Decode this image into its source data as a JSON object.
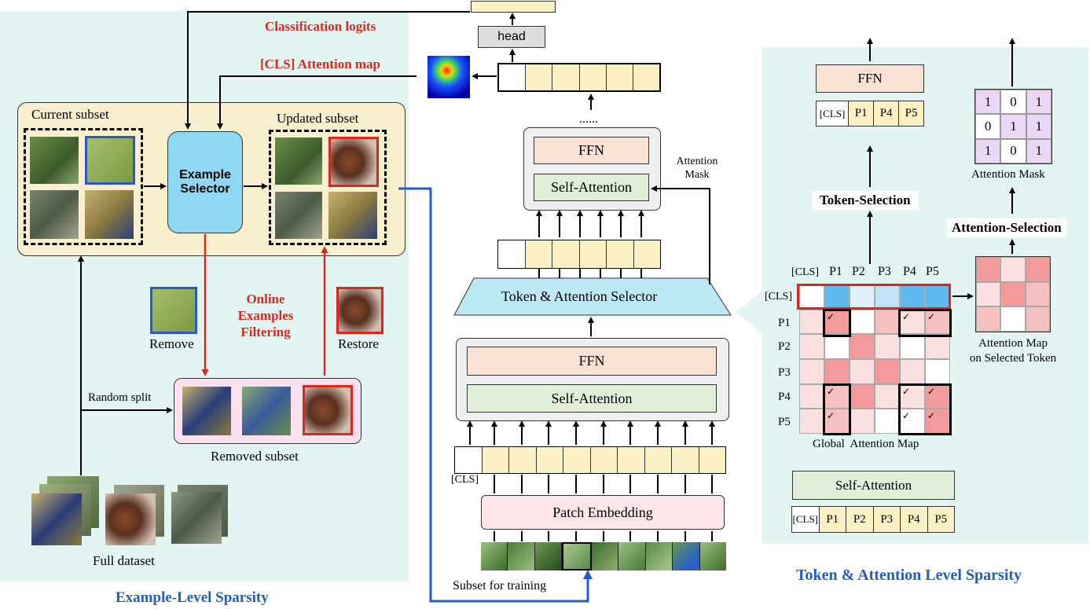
{
  "colors": {
    "panel_bg": "#e3f5f3",
    "subset_bg": "#faefcf",
    "selector_bg": "#8fd8f5",
    "ffn_bg": "#f9e2d4",
    "attn_bg": "#e2efd8",
    "token_bg": "#fbefc4",
    "removed_bg": "#fbe1f0",
    "mask_bg": "#ead6f5",
    "red": "#d62a1e",
    "blue": "#1f5fbf"
  },
  "left": {
    "title": "Example-Level Sparsity",
    "current_subset": "Current subset",
    "updated_subset": "Updated subset",
    "example_selector_line1": "Example",
    "example_selector_line2": "Selector",
    "online_line1": "Online",
    "online_line2": "Examples",
    "online_line3": "Filtering",
    "remove": "Remove",
    "restore": "Restore",
    "random_split": "Random split",
    "removed_subset": "Removed subset",
    "full_dataset": "Full dataset"
  },
  "center": {
    "classification_logits": "Classification logits",
    "cls_attention_map": "[CLS] Attention map",
    "head": "head",
    "dots": "......",
    "ffn": "FFN",
    "self_attention": "Self-Attention",
    "attention_mask_line1": "Attention",
    "attention_mask_line2": "Mask",
    "token_attention_selector": "Token & Attention Selector",
    "ffn2": "FFN",
    "self_attention2": "Self-Attention",
    "cls_token": "[CLS]",
    "patch_embedding": "Patch Embedding",
    "subset_for_training": "Subset for training"
  },
  "right": {
    "title": "Token & Attention Level Sparsity",
    "ffn": "FFN",
    "top_tokens": [
      "[CLS]",
      "P1",
      "P4",
      "P5"
    ],
    "mask_values": [
      [
        "1",
        "0",
        "1"
      ],
      [
        "0",
        "1",
        "1"
      ],
      [
        "1",
        "0",
        "1"
      ]
    ],
    "attention_mask": "Attention Mask",
    "token_selection": "Token-Selection",
    "attention_selection": "Attention-Selection",
    "col_headers": [
      "[CLS]",
      "P1",
      "P2",
      "P3",
      "P4",
      "P5"
    ],
    "row_headers": [
      "[CLS]",
      "P1",
      "P2",
      "P3",
      "P4",
      "P5"
    ],
    "check": "✓",
    "global_attention_map": "Global  Attention Map",
    "attn_map_selected_line1": "Attention Map",
    "attn_map_selected_line2": "on Selected Token",
    "self_attention": "Self-Attention",
    "bottom_tokens": [
      "[CLS]",
      "P1",
      "P2",
      "P3",
      "P4",
      "P5"
    ]
  }
}
